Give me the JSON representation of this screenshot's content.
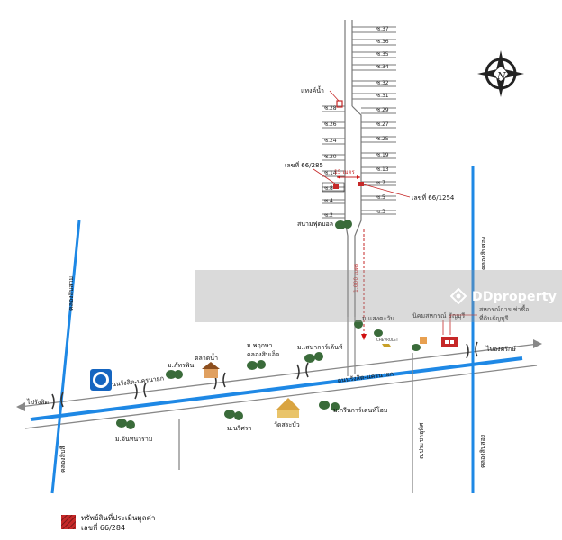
{
  "north_label": "N",
  "sois_left": [
    "ซ.28",
    "ซ.26",
    "ซ.24",
    "ซ.20",
    "ซ.14",
    "ซ.8",
    "ซ.4",
    "ซ.2"
  ],
  "sois_right": [
    "ซ.37",
    "ซ.36",
    "ซ.35",
    "ซ.34",
    "ซ.32",
    "ซ.31",
    "ซ.29",
    "ซ.27",
    "ซ.25",
    "ซ.19",
    "ซ.13",
    "ซ.7",
    "ซ.5",
    "ซ.3"
  ],
  "labels": {
    "water_tank": "แทงค์น้ำ",
    "plot_left": "เลขที่ 66/285",
    "distance_short": "15 เมตร",
    "plot_right": "เลขที่ 66/1254",
    "football_field": "สนามฟุตบอล",
    "distance_long": "1,000 เมตร",
    "estate_saensuk": "ม.แสงตะวัน",
    "industrial": "นิคมสหกรณ์ ธัญบุรี",
    "coop": "สหกรณ์การเช่าซื้อ",
    "coop2": "ที่ดินธัญบุรี",
    "to_right": "ไปองครักษ์",
    "to_left": "ไปรังสิต",
    "canal_left": "คลองสิบสาม",
    "canal_right": "คลองสิบสอง",
    "canal_bottom_left": "คลองสิบสี่",
    "canal_bottom_right": "คลองสิบสอง",
    "main_road": "ถนนรังสิต-นครนายก",
    "main_road_right": "ถนนรังสิต-นครนายก",
    "estate_phatsin": "ม.ภัทรพิน",
    "market": "ตลาดน้ำ",
    "estate_praphruksa": "ม.พฤกษา",
    "estate_khlong": "คลองสิบเอ็ด",
    "estate_sena": "ม.เสนาการ์เด้นท์",
    "estate_chanya": "ม.จันทนาราม",
    "estate_nareerat": "ม.นรีศรา",
    "temple": "วัดสระบัว",
    "estate_green": "ม.กรีนการ์เดนท์โฮม",
    "bottom_road": "ถ.ประชาอุทิศ",
    "chevrolet": "CHEVROLET",
    "watermark": "DDproperty"
  },
  "legend": {
    "line1": "ทรัพย์สินที่ประเมินมูลค่า",
    "line2": "เลขที่ 66/284"
  },
  "colors": {
    "canal": "#1e88e5",
    "road": "#8a8a8a",
    "marker": "#c62828",
    "tree": "#3a6b3a"
  }
}
